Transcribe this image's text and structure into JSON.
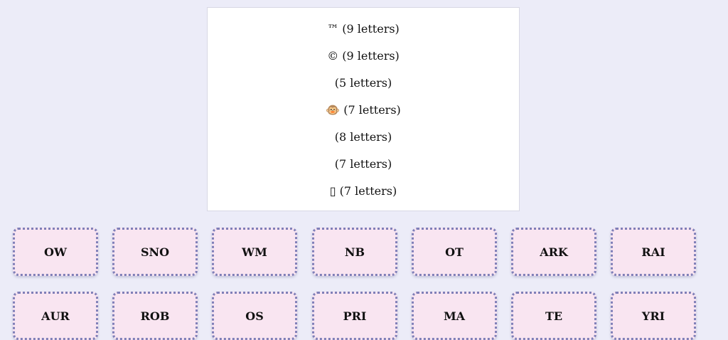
{
  "clues": [
    {
      "icon": "™",
      "text": "™ (9 letters)"
    },
    {
      "icon": "©",
      "text": "© (9 letters)"
    },
    {
      "icon": "",
      "text": " (5 letters)"
    },
    {
      "icon": "🐵",
      "text": "🐵 (7 letters)"
    },
    {
      "icon": "",
      "text": " (8 letters)"
    },
    {
      "icon": "",
      "text": " (7 letters)"
    },
    {
      "icon": "▯",
      "text": "▯ (7 letters)"
    }
  ],
  "tiles": [
    [
      "OW",
      "SNO",
      "WM",
      "NB",
      "OT",
      "ARK",
      "RAI"
    ],
    [
      "AUR",
      "ROB",
      "OS",
      "PRI",
      "MA",
      "TE",
      "YRI"
    ]
  ],
  "colors": {
    "background": "#ececf8",
    "tile_bg": "#f9e5f1",
    "tile_border": "#7f7fb8"
  }
}
